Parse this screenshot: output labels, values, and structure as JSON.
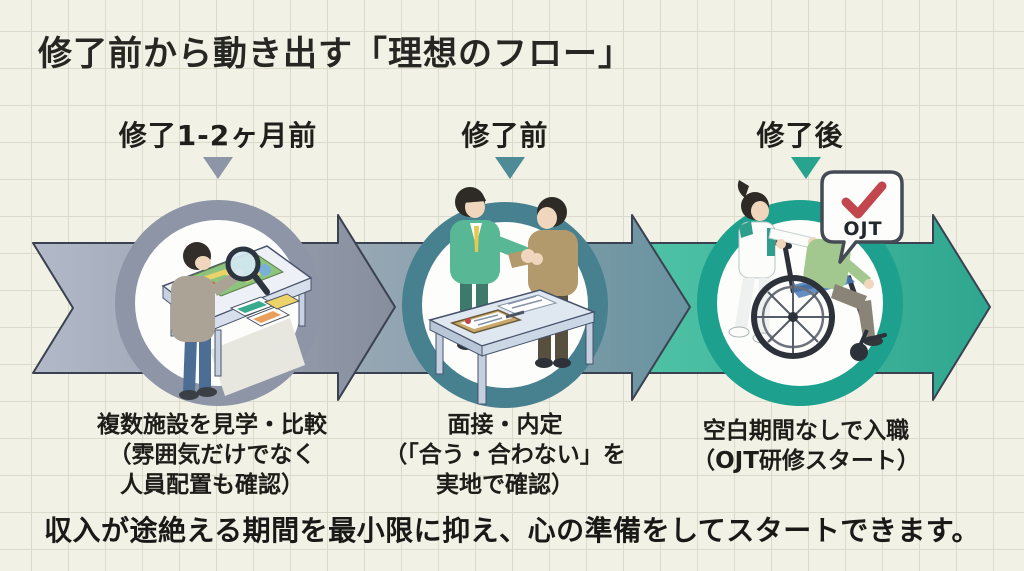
{
  "title": "修了前から動き出す「理想のフロー」",
  "stages": [
    {
      "label": "修了1-2ヶ月前",
      "caption_lines": [
        "複数施設を見学・比較",
        "（雰囲気だけでなく",
        "人員配置も確認）"
      ],
      "illustration": "person-comparing-facilities-with-magnifier"
    },
    {
      "label": "修了前",
      "caption_lines": [
        "面接・内定",
        "（「合う・合わない」を",
        "実地で確認）"
      ],
      "illustration": "interview-handshake-at-table"
    },
    {
      "label": "修了後",
      "caption_lines": [
        "空白期間なしで入職",
        "（OJT研修スタート）"
      ],
      "badge_label": "OJT",
      "illustration": "nurse-pushing-elder-in-wheelchair"
    }
  ],
  "footer": "収入が途絶える期間を最小限に抑え、心の準備をしてスタートできます。",
  "colors": {
    "background": "#f2f1e6",
    "grid_line": "#dbdbcc",
    "text": "#1d1d19",
    "arrow1_start": "#b2bac9",
    "arrow1_end": "#868e9e",
    "arrow2_start": "#9aa8b5",
    "arrow2_end": "#68939f",
    "arrow3_start": "#50c3a6",
    "arrow3_end": "#2fa68f",
    "arrow_outline": "#3a4150",
    "ring1": "#8d95a6",
    "ring2": "#47808f",
    "ring3": "#1da08d",
    "pointer1": "#8d96a6",
    "pointer2": "#4e8b97",
    "pointer3": "#27a38e",
    "badge_check": "#c2464e"
  }
}
